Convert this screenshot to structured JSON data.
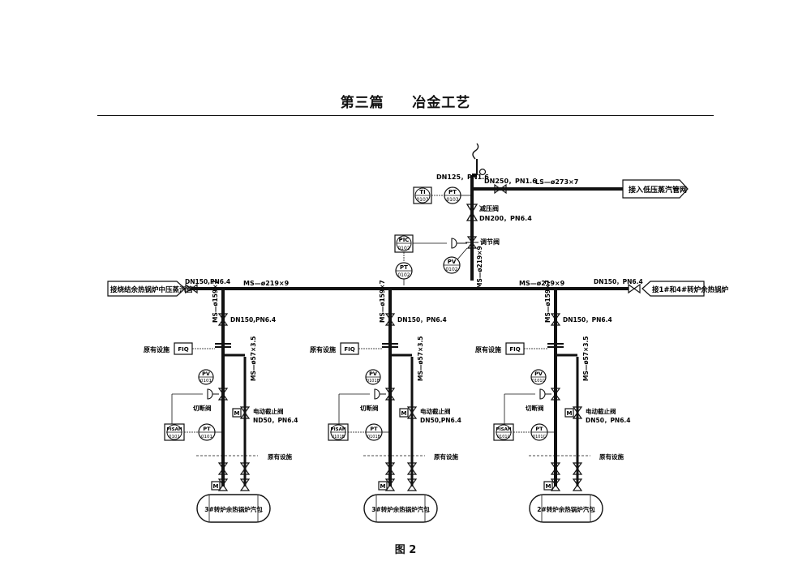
{
  "header": {
    "section": "第三篇",
    "title": "冶金工艺"
  },
  "caption": "图 2",
  "top": {
    "vent_spec": "DN125，PN1.6",
    "outlet_spec": "DN250，PN1.6",
    "ls_pipe": "LS—ø273×7",
    "destination": "接入低压蒸汽管网",
    "ti_tag": "TI",
    "ti_no": "0103",
    "pt_tag": "PT",
    "pt_no": "0103",
    "reducing_valve": "减压阀",
    "reducing_spec": "DN200，PN6.4",
    "pic_tag": "PIC",
    "pic_no": "0102",
    "control_valve": "调节阀",
    "pv_tag": "PV",
    "pv_no": "0102",
    "pt2_tag": "PT",
    "pt2_no": "0102",
    "riser_pipe": "MS—ø219×9"
  },
  "header_main": {
    "left_spec": "DN150,PN6.4",
    "left_pipe": "MS—ø219×9",
    "left_source": "接烧结余热锅炉中压蒸汽管",
    "right_spec": "DN150，PN6.4",
    "right_pipe": "MS—ø219×9",
    "right_source": "接1#和4#转炉余热锅炉"
  },
  "branches": [
    {
      "drop_pipe": "MS—ø159×7",
      "drop_spec": "DN150,PN6.4",
      "fiq_label": "原有设施",
      "fiq_tag": "FIQ",
      "small_pipe": "MS—ø57×3.5",
      "pv_no": "0101",
      "cut_valve": "切断阀",
      "motor_valve": "电动截止阀",
      "motor_spec": "ND50，PN6.4",
      "pisa_no": "0101",
      "pt_no": "0101",
      "existing": "原有设施",
      "drum": "3#转炉余热锅炉汽包"
    },
    {
      "drop_pipe": "MS—ø159×7",
      "drop_spec": "DN150，PN6.4",
      "fiq_label": "原有设施",
      "fiq_tag": "FIQ",
      "small_pipe": "MS—ø57×3.5",
      "pv_no": "0101B",
      "cut_valve": "切断阀",
      "motor_valve": "电动截止阀",
      "motor_spec": "DN50,PN6.4",
      "pisa_no": "0101B",
      "pt_no": "0101B",
      "existing": "原有设施",
      "drum": "3#转炉余热锅炉汽包"
    },
    {
      "drop_pipe": "MS—ø159×7",
      "drop_spec": "DN150，PN6.4",
      "fiq_label": "原有设施",
      "fiq_tag": "FIQ",
      "small_pipe": "MS—ø57×3.5",
      "pv_no": "0101C",
      "cut_valve": "切断阀",
      "motor_valve": "电动截止阀",
      "motor_spec": "DN50，PN6.4",
      "pisa_no": "0101C",
      "pt_no": "0101C",
      "existing": "原有设施",
      "drum": "2#转炉余热锅炉汽包"
    }
  ],
  "tags": {
    "pv": "PV",
    "pt": "PT",
    "pisa": "PISAH",
    "motor": "M"
  }
}
